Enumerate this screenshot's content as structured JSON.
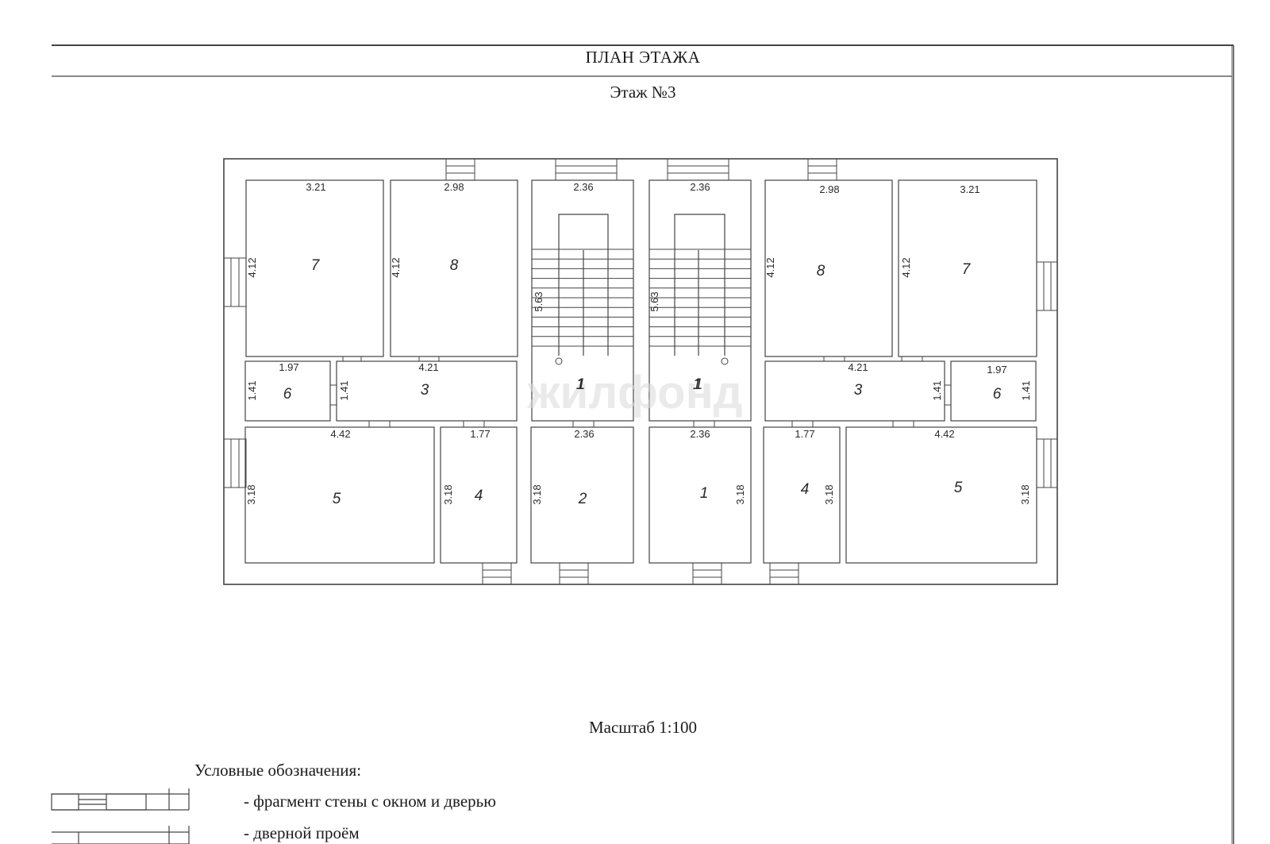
{
  "header": {
    "title": "ПЛАН ЭТАЖА",
    "subtitle": "Этаж №3"
  },
  "watermark": "жилфонд",
  "scale_label": "Масштаб 1:100",
  "legend": {
    "title": "Условные обозначения:",
    "items": [
      {
        "text": "- фрагмент стены с окном и дверью"
      },
      {
        "text": "- дверной проём"
      }
    ]
  },
  "rooms": [
    {
      "number": "7",
      "width": "3.21",
      "depth": "4.12"
    },
    {
      "number": "8",
      "width": "2.98",
      "depth": "4.12"
    },
    {
      "number": "1",
      "width": "2.36",
      "depth": "5.63"
    },
    {
      "number": "1",
      "width": "2.36",
      "depth": "5.63"
    },
    {
      "number": "8",
      "width": "2.98",
      "depth": "4.12"
    },
    {
      "number": "7",
      "width": "3.21",
      "depth": "4.12"
    },
    {
      "number": "6",
      "width": "1.97",
      "depth": "1.41"
    },
    {
      "number": "3",
      "width": "4.21",
      "depth": "1.41"
    },
    {
      "number": "1",
      "width": "",
      "depth": ""
    },
    {
      "number": "1",
      "width": "",
      "depth": ""
    },
    {
      "number": "3",
      "width": "4.21",
      "depth": "1.41"
    },
    {
      "number": "6",
      "width": "1.97",
      "depth": "1.41"
    },
    {
      "number": "5",
      "width": "4.42",
      "depth": "3.18"
    },
    {
      "number": "4",
      "width": "1.77",
      "depth": "3.18"
    },
    {
      "number": "2",
      "width": "2.36",
      "depth": "3.18"
    },
    {
      "number": "1",
      "width": "2.36",
      "depth": "3.18"
    },
    {
      "number": "4",
      "width": "1.77",
      "depth": "3.18"
    },
    {
      "number": "5",
      "width": "4.42",
      "depth": "3.18"
    }
  ]
}
